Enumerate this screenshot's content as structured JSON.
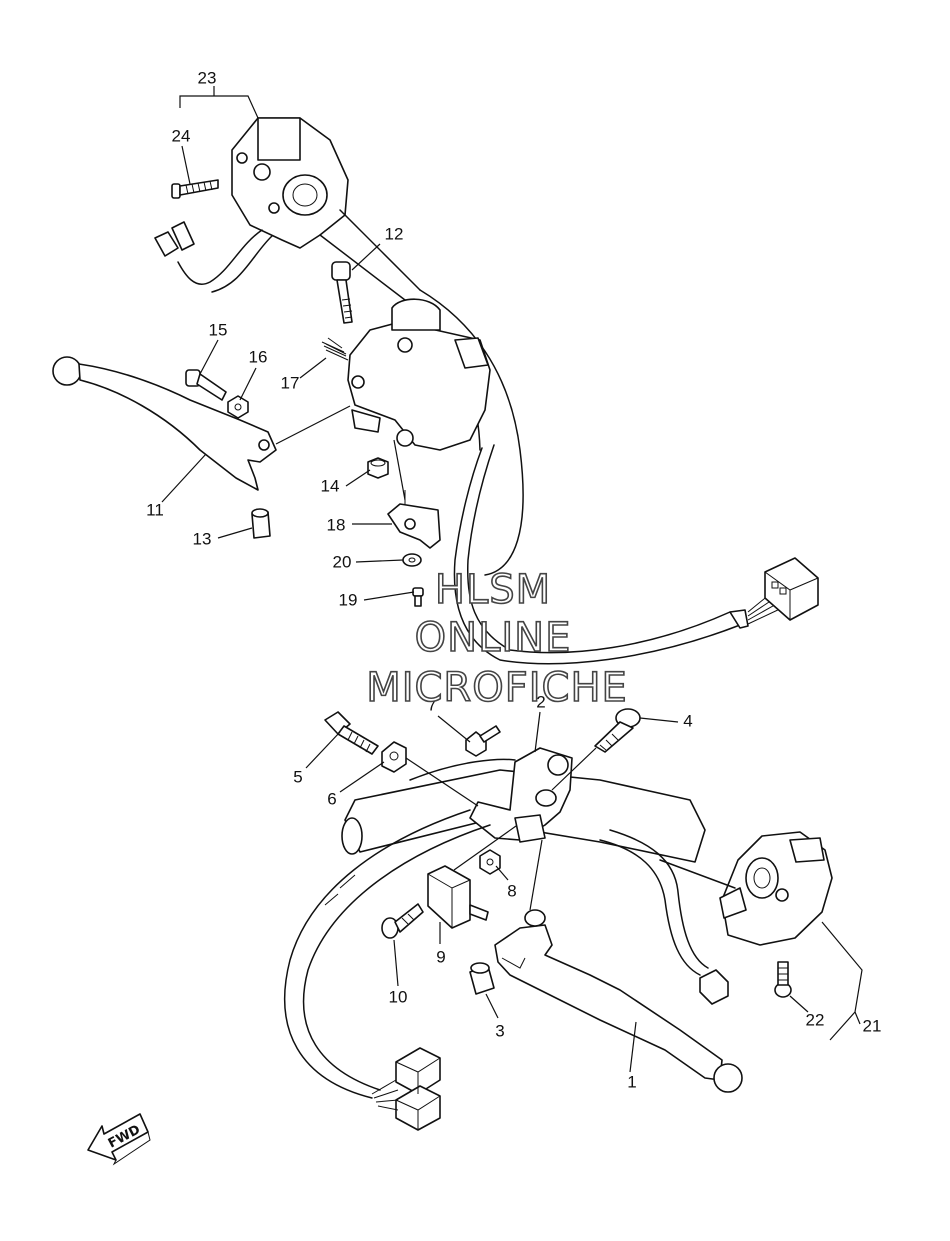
{
  "watermark": {
    "line1": "HLSM",
    "line2": "ONLINE",
    "line3": "MICROFICHE"
  },
  "direction_arrow": {
    "label": "FWD",
    "icon": "fwd-arrow-icon"
  },
  "callouts": {
    "c1": "1",
    "c2": "2",
    "c3": "3",
    "c4": "4",
    "c5": "5",
    "c6": "6",
    "c7": "7",
    "c8": "8",
    "c9": "9",
    "c10": "10",
    "c11": "11",
    "c12": "12",
    "c13": "13",
    "c14": "14",
    "c15": "15",
    "c16": "16",
    "c17": "17",
    "c18": "18",
    "c19": "19",
    "c20": "20",
    "c21": "21",
    "c22": "22",
    "c23": "23",
    "c24": "24"
  },
  "colors": {
    "line": "#111111",
    "background": "#ffffff",
    "watermark_outline": "#444444"
  }
}
